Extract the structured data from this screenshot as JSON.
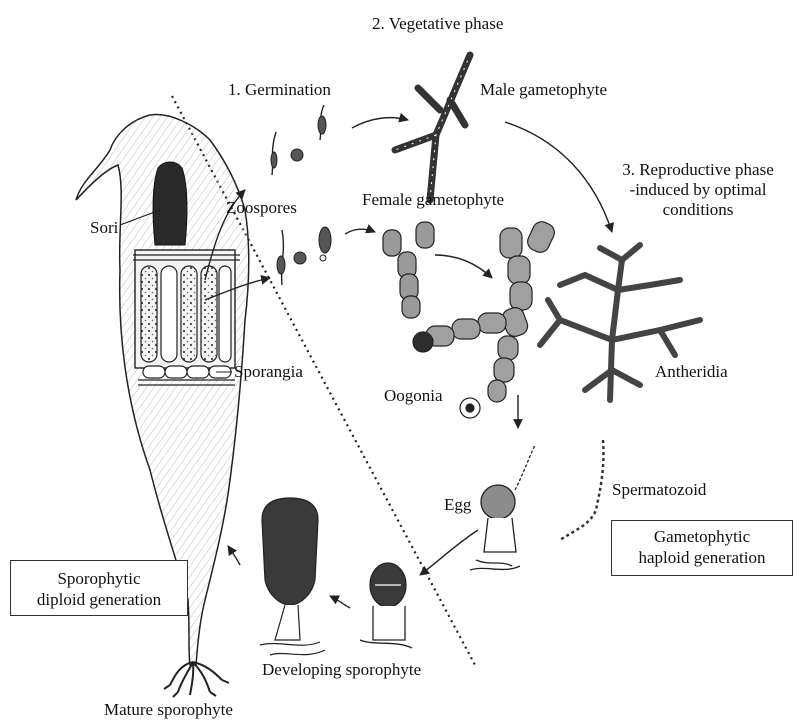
{
  "labels": {
    "vegetative_phase": "2. Vegetative phase",
    "germination": "1. Germination",
    "male_gametophyte": "Male gametophyte",
    "reproductive_line1": "3. Reproductive phase",
    "reproductive_line2": "-induced by optimal",
    "reproductive_line3": "conditions",
    "female_gametophyte": "Female gametophyte",
    "zoospores": "Zoospores",
    "sori": "Sori",
    "sporangia": "Sporangia",
    "oogonia": "Oogonia",
    "antheridia": "Antheridia",
    "egg": "Egg",
    "spermatozoid": "Spermatozoid",
    "developing_sporophyte": "Developing sporophyte",
    "mature_sporophyte": "Mature sporophyte"
  },
  "boxes": {
    "sporophytic_line1": "Sporophytic",
    "sporophytic_line2": "diploid generation",
    "gametophytic_line1": "Gametophytic",
    "gametophytic_line2": "haploid generation"
  }
}
